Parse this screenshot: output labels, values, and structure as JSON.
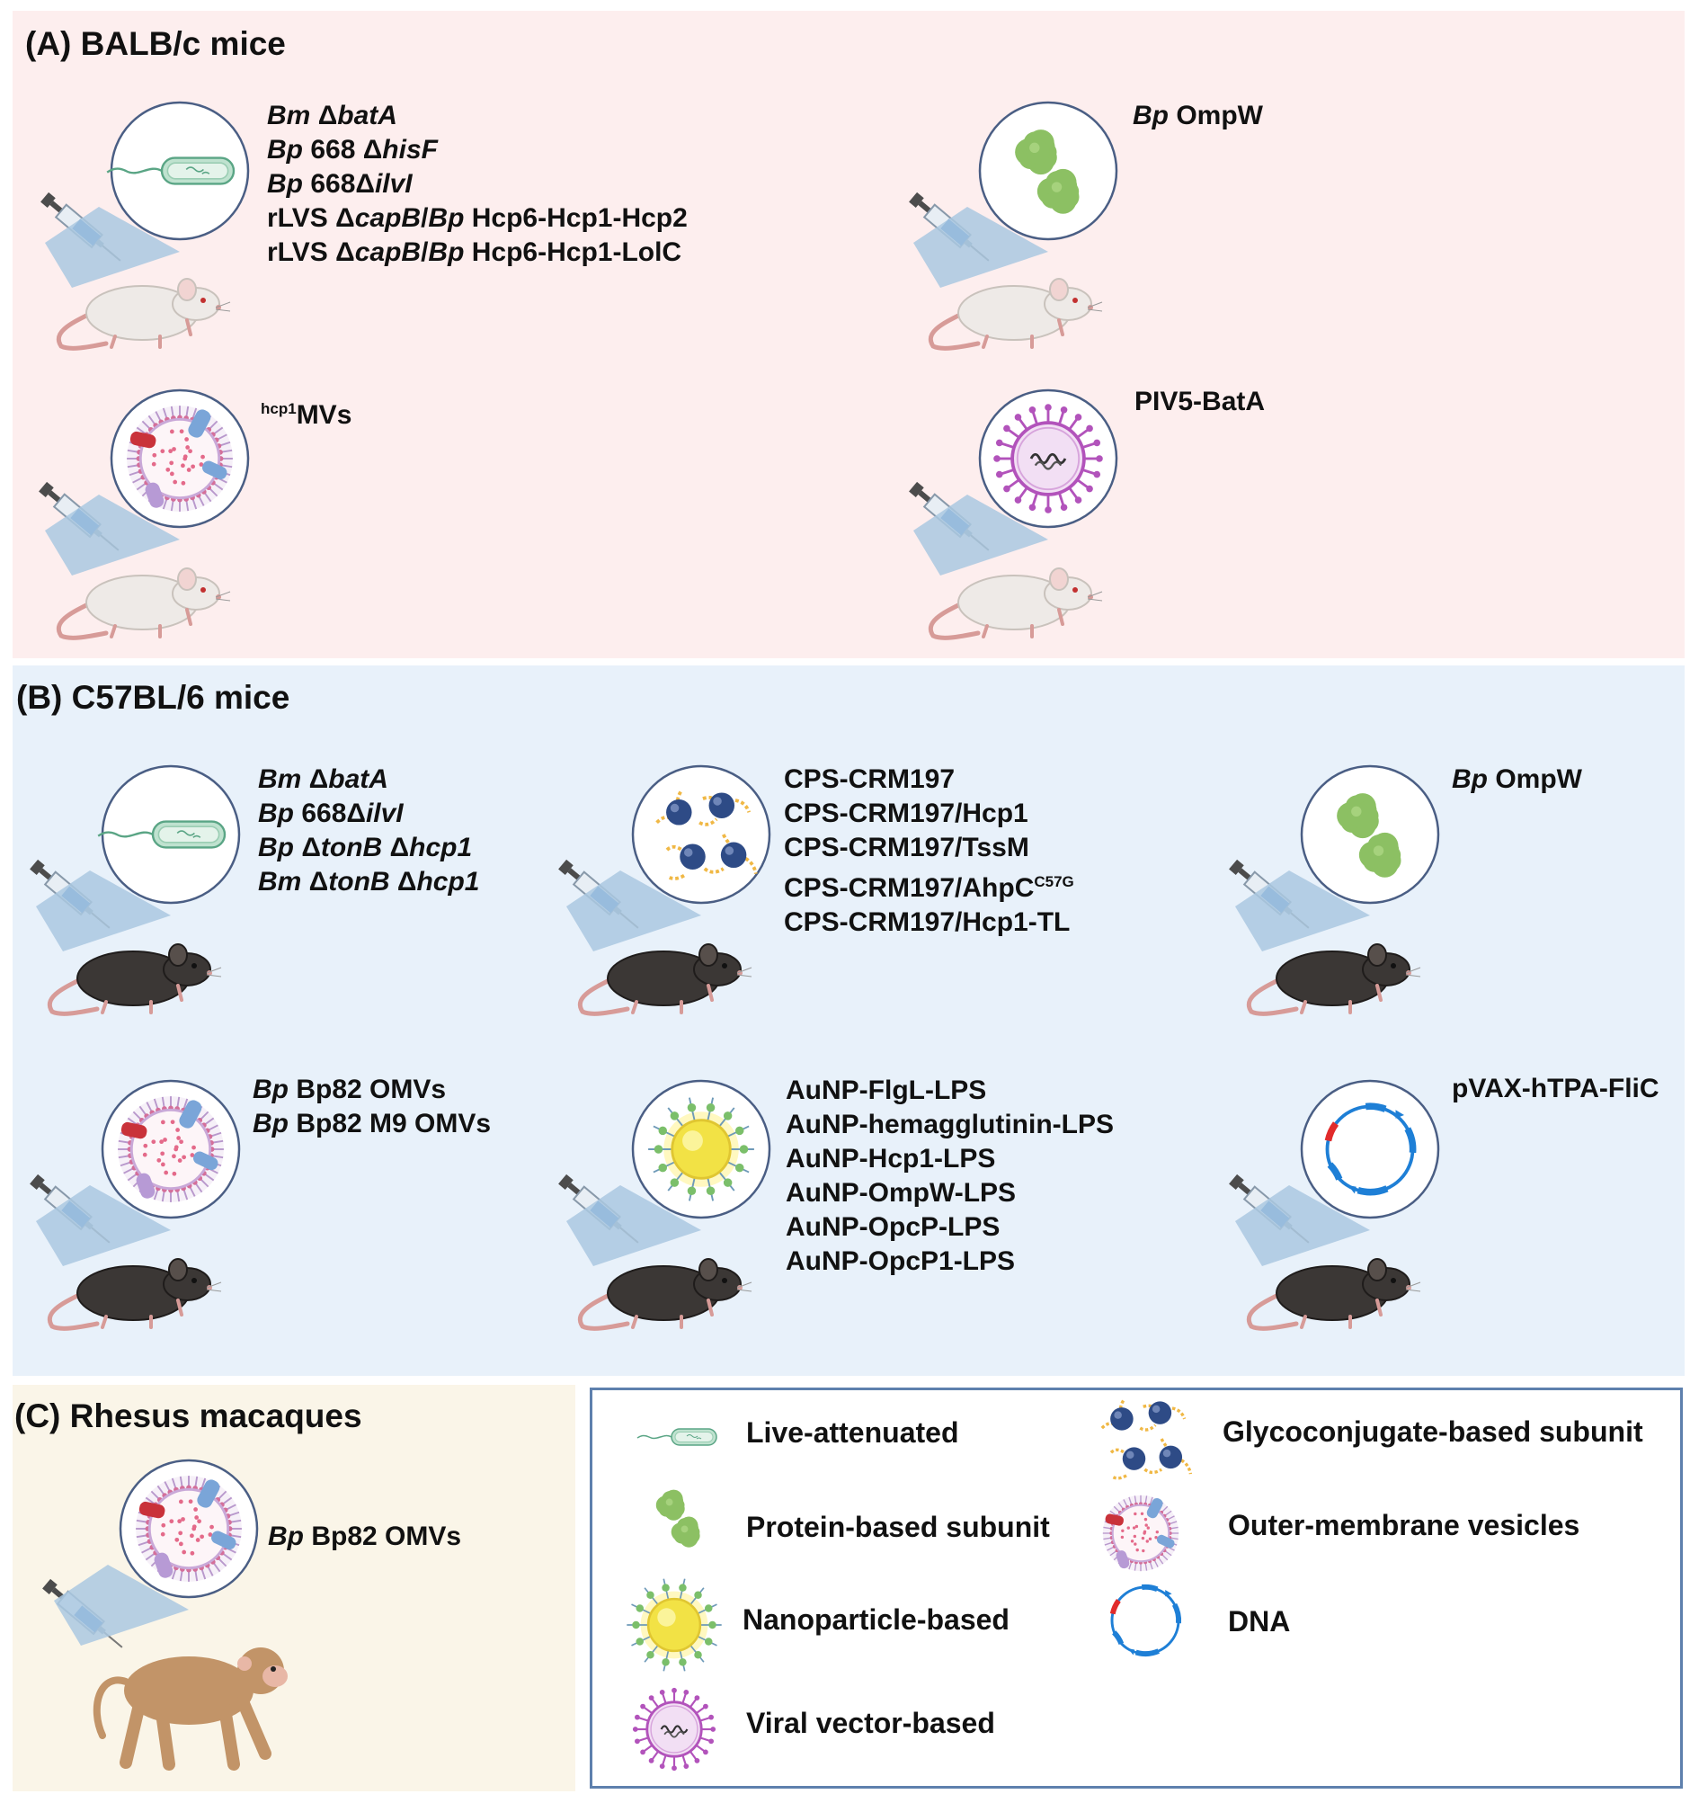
{
  "panels": [
    {
      "id": "A",
      "title": "(A)  BALB/c mice"
    },
    {
      "id": "B",
      "title": "(B)  C57BL/6 mice"
    },
    {
      "id": "C",
      "title": "(C)  Rhesus macaques"
    }
  ],
  "groups": [
    {
      "id": "a1",
      "icon": "bacterium-icon",
      "animal": "white-mouse",
      "lines": [
        [
          {
            "t": "Bm",
            "i": true
          },
          {
            "t": " "
          },
          {
            "t": "Δ"
          },
          {
            "t": "batA",
            "i": true
          }
        ],
        [
          {
            "t": "Bp",
            "i": true
          },
          {
            "t": " 668 Δ"
          },
          {
            "t": "hisF",
            "i": true
          }
        ],
        [
          {
            "t": "Bp",
            "i": true
          },
          {
            "t": " 668Δ"
          },
          {
            "t": "ilvI",
            "i": true
          }
        ],
        [
          {
            "t": "rLVS Δ"
          },
          {
            "t": "capB",
            "i": true
          },
          {
            "t": "/"
          },
          {
            "t": "Bp",
            "i": true
          },
          {
            "t": " Hcp6-Hcp1-Hcp2"
          }
        ],
        [
          {
            "t": "rLVS Δ"
          },
          {
            "t": "capB",
            "i": true
          },
          {
            "t": "/"
          },
          {
            "t": "Bp",
            "i": true
          },
          {
            "t": " Hcp6-Hcp1-LolC"
          }
        ]
      ]
    },
    {
      "id": "a2",
      "icon": "protein-icon",
      "animal": "white-mouse",
      "lines": [
        [
          {
            "t": "Bp",
            "i": true
          },
          {
            "t": " OmpW"
          }
        ]
      ]
    },
    {
      "id": "a3",
      "icon": "omv-icon",
      "animal": "white-mouse",
      "lines": [
        [
          {
            "t": "hcp1",
            "sup": true
          },
          {
            "t": "MVs"
          }
        ]
      ]
    },
    {
      "id": "a4",
      "icon": "virus-icon",
      "animal": "white-mouse",
      "lines": [
        [
          {
            "t": "PIV5-BatA"
          }
        ]
      ]
    },
    {
      "id": "b1",
      "icon": "bacterium-icon",
      "animal": "black-mouse",
      "lines": [
        [
          {
            "t": "Bm",
            "i": true
          },
          {
            "t": " Δ"
          },
          {
            "t": "batA",
            "i": true
          }
        ],
        [
          {
            "t": "Bp",
            "i": true
          },
          {
            "t": " 668Δ"
          },
          {
            "t": "ilvI",
            "i": true
          }
        ],
        [
          {
            "t": "Bp",
            "i": true
          },
          {
            "t": " Δ"
          },
          {
            "t": "tonB",
            "i": true
          },
          {
            "t": " Δ"
          },
          {
            "t": "hcp1",
            "i": true
          }
        ],
        [
          {
            "t": "Bm",
            "i": true
          },
          {
            "t": " Δ"
          },
          {
            "t": "tonB",
            "i": true
          },
          {
            "t": " Δ"
          },
          {
            "t": "hcp1",
            "i": true
          }
        ]
      ]
    },
    {
      "id": "b2",
      "icon": "glycoconjugate-icon",
      "animal": "black-mouse",
      "lines": [
        [
          {
            "t": "CPS-CRM197"
          }
        ],
        [
          {
            "t": "CPS-CRM197/Hcp1"
          }
        ],
        [
          {
            "t": "CPS-CRM197/TssM"
          }
        ],
        [
          {
            "t": "CPS-CRM197/AhpC"
          },
          {
            "t": "C57G",
            "sup": true
          }
        ],
        [
          {
            "t": "CPS-CRM197/Hcp1-TL"
          }
        ]
      ]
    },
    {
      "id": "b3",
      "icon": "protein-icon",
      "animal": "black-mouse",
      "lines": [
        [
          {
            "t": "Bp",
            "i": true
          },
          {
            "t": " OmpW"
          }
        ]
      ]
    },
    {
      "id": "b4",
      "icon": "omv-icon",
      "animal": "black-mouse",
      "lines": [
        [
          {
            "t": "Bp",
            "i": true
          },
          {
            "t": " Bp82 OMVs"
          }
        ],
        [
          {
            "t": "Bp",
            "i": true
          },
          {
            "t": " Bp82 M9 OMVs"
          }
        ]
      ]
    },
    {
      "id": "b5",
      "icon": "nanoparticle-icon",
      "animal": "black-mouse",
      "lines": [
        [
          {
            "t": "AuNP-FlgL-LPS"
          }
        ],
        [
          {
            "t": "AuNP-hemagglutinin-LPS"
          }
        ],
        [
          {
            "t": "AuNP-Hcp1-LPS"
          }
        ],
        [
          {
            "t": "AuNP-OmpW-LPS"
          }
        ],
        [
          {
            "t": "AuNP-OpcP-LPS"
          }
        ],
        [
          {
            "t": "AuNP-OpcP1-LPS"
          }
        ]
      ]
    },
    {
      "id": "b6",
      "icon": "dna-icon",
      "animal": "black-mouse",
      "lines": [
        [
          {
            "t": "pVAX-hTPA-FliC"
          }
        ]
      ]
    },
    {
      "id": "c1",
      "icon": "omv-icon",
      "animal": "macaque",
      "lines": [
        [
          {
            "t": "Bp",
            "i": true
          },
          {
            "t": " Bp82 OMVs"
          }
        ]
      ]
    }
  ],
  "legend": [
    {
      "icon": "bacterium-icon",
      "label": "Live-attenuated"
    },
    {
      "icon": "glycoconjugate-icon",
      "label": "Glycoconjugate-based subunit"
    },
    {
      "icon": "protein-icon",
      "label": "Protein-based subunit"
    },
    {
      "icon": "omv-icon",
      "label": "Outer-membrane vesicles"
    },
    {
      "icon": "nanoparticle-icon",
      "label": "Nanoparticle-based"
    },
    {
      "icon": "dna-icon",
      "label": "DNA"
    },
    {
      "icon": "virus-icon",
      "label": "Viral vector-based"
    }
  ],
  "colors": {
    "panel_a_bg": "#fdeeee",
    "panel_b_bg": "#e8f1fa",
    "panel_c_bg": "#faf5e8",
    "legend_border": "#5e80ad",
    "white_mouse": "#eeeae7",
    "black_mouse": "#3b3735",
    "mouse_tail": "#d79b98",
    "macaque": "#c29468",
    "syringe_plunger": "#4c4c4c",
    "syringe_fluid": "#2f77c7",
    "magnifier_cone": "#aac8e0",
    "bacterium_fill": "#bfe2cf",
    "bacterium_edge": "#5aa585",
    "protein": "#8cc063",
    "glyco_bead": "#2e4b86",
    "glyco_chain": "#f0b845",
    "nanoparticle": "#f2e245",
    "virus": "#b253bb",
    "dna_blue": "#1e7fd6",
    "dna_red": "#e12b2b"
  }
}
